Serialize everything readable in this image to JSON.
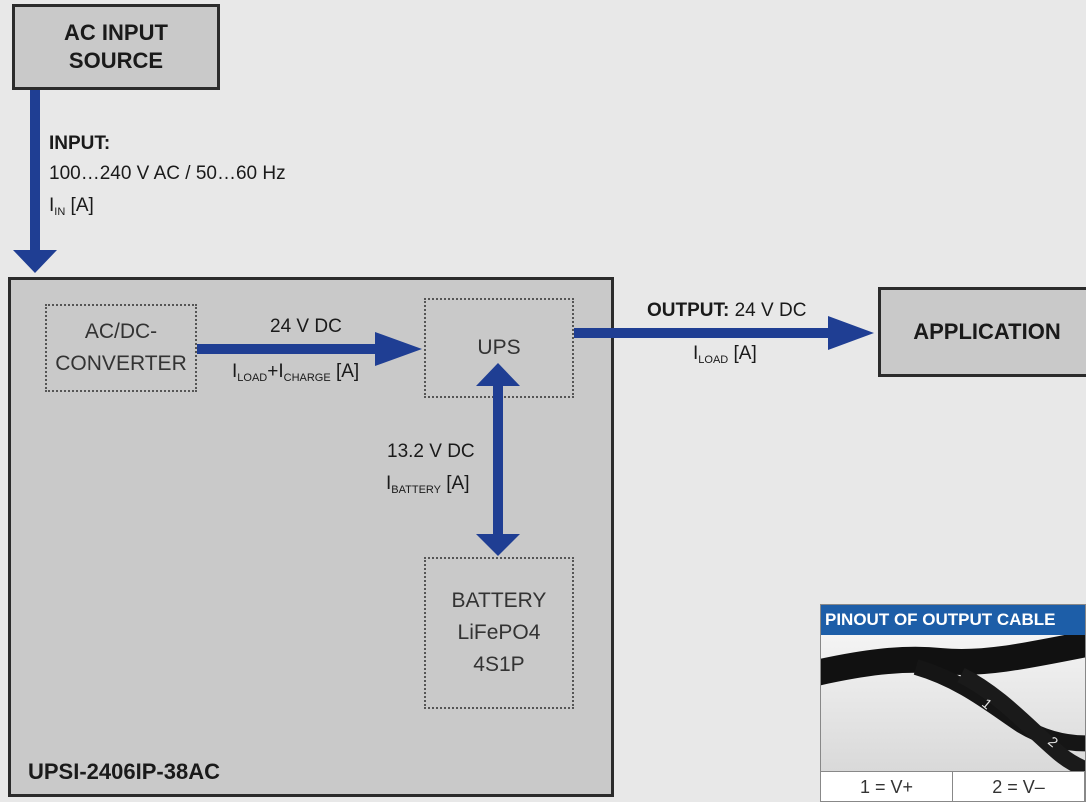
{
  "ac_source": {
    "line1": "AC INPUT",
    "line2": "SOURCE"
  },
  "input": {
    "title": "INPUT:",
    "spec": "100…240 V AC / 50…60 Hz",
    "current_symbol": "I",
    "current_sub": "IN",
    "current_unit": " [A]"
  },
  "device": {
    "name": "UPSI-2406IP-38AC",
    "converter": {
      "line1": "AC/DC-",
      "line2": "CONVERTER"
    },
    "ups": "UPS",
    "battery": {
      "line1": "BATTERY",
      "line2": "LiFePO4",
      "line3": "4S1P"
    },
    "converter_link": {
      "voltage": "24 V DC",
      "i1": "I",
      "i1_sub": "LOAD",
      "plus": "+",
      "i2": "I",
      "i2_sub": "CHARGE",
      "unit": " [A]"
    },
    "battery_link": {
      "voltage": "13.2 V DC",
      "i": "I",
      "i_sub": "BATTERY",
      "unit": " [A]"
    }
  },
  "output": {
    "title": "OUTPUT:",
    "spec": " 24 V DC",
    "i": "I",
    "i_sub": "LOAD",
    "unit": " [A]"
  },
  "application": "APPLICATION",
  "pinout": {
    "title": "PINOUT OF OUTPUT CABLE",
    "pin1": "1 = V+",
    "pin2": "2 = V–",
    "wire_labels": [
      "1",
      "2"
    ]
  },
  "colors": {
    "arrow": "#1f3e93",
    "pinout_header": "#1d5ea8"
  }
}
